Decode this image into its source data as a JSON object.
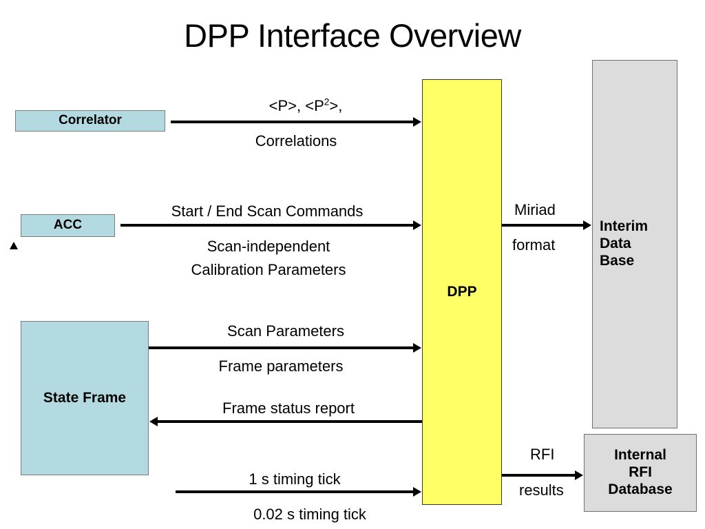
{
  "slide": {
    "title": "DPP Interface Overview"
  },
  "nodes": {
    "correlator": {
      "label": "Correlator",
      "color": "#b3dae1"
    },
    "acc": {
      "label": "ACC",
      "color": "#b3dae1"
    },
    "state_frame": {
      "label": "State Frame",
      "color": "#b3dae1"
    },
    "dpp": {
      "label": "DPP",
      "color": "#ffff66"
    },
    "interim_db": {
      "line1": "Interim",
      "line2": "Data",
      "line3": "Base",
      "color": "#dcdcdc"
    },
    "internal_rfi_db": {
      "line1": "Internal",
      "line2": "RFI",
      "line3": "Database",
      "color": "#dcdcdc"
    }
  },
  "edges": {
    "correlator_to_dpp": {
      "above_pre": "<P>, <P",
      "above_sup": "2",
      "above_post": ">,",
      "below": "Correlations"
    },
    "acc_to_dpp": {
      "above": "Start / End Scan Commands",
      "below_line1": "Scan-independent",
      "below_line2": "Calibration Parameters"
    },
    "stateframe_to_dpp_scan": {
      "above": "Scan Parameters",
      "below": "Frame parameters"
    },
    "dpp_to_stateframe": {
      "above": "Frame status report"
    },
    "timing_to_dpp": {
      "above": "1 s timing tick",
      "below": "0.02 s timing tick"
    },
    "dpp_to_interim": {
      "above": "Miriad",
      "below": "format"
    },
    "dpp_to_rfidb": {
      "above": "RFI",
      "below": "results"
    }
  }
}
